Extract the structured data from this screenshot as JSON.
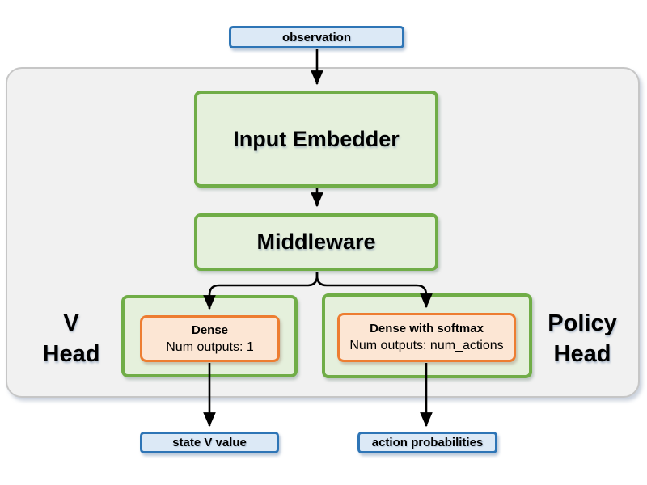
{
  "diagram_type": "flowchart",
  "nodes": {
    "observation": {
      "label": "observation"
    },
    "input_embedder": {
      "label": "Input Embedder"
    },
    "middleware": {
      "label": "Middleware"
    },
    "v_head": {
      "label_line1": "V",
      "label_line2": "Head",
      "dense_title": "Dense",
      "dense_subtitle": "Num outputs: 1"
    },
    "policy_head": {
      "label_line1": "Policy",
      "label_line2": "Head",
      "dense_title": "Dense with softmax",
      "dense_subtitle": "Num outputs: num_actions"
    },
    "state_v_value": {
      "label": "state V value"
    },
    "action_probabilities": {
      "label": "action probabilities"
    }
  },
  "edges": [
    {
      "from": "observation",
      "to": "input_embedder"
    },
    {
      "from": "input_embedder",
      "to": "middleware"
    },
    {
      "from": "middleware",
      "to": "v_head_dense"
    },
    {
      "from": "middleware",
      "to": "policy_head_dense"
    },
    {
      "from": "v_head_dense",
      "to": "state_v_value"
    },
    {
      "from": "policy_head_dense",
      "to": "action_probabilities"
    }
  ],
  "colors": {
    "io_border": "#2E75B6",
    "io_fill": "#DCE9F6",
    "block_border": "#70AD47",
    "block_fill": "#E5F0DC",
    "dense_border": "#ED7D31",
    "dense_fill": "#FCE6D4",
    "container_fill": "#F1F1F1",
    "container_border": "#C6C6C6",
    "arrow": "#000000"
  }
}
